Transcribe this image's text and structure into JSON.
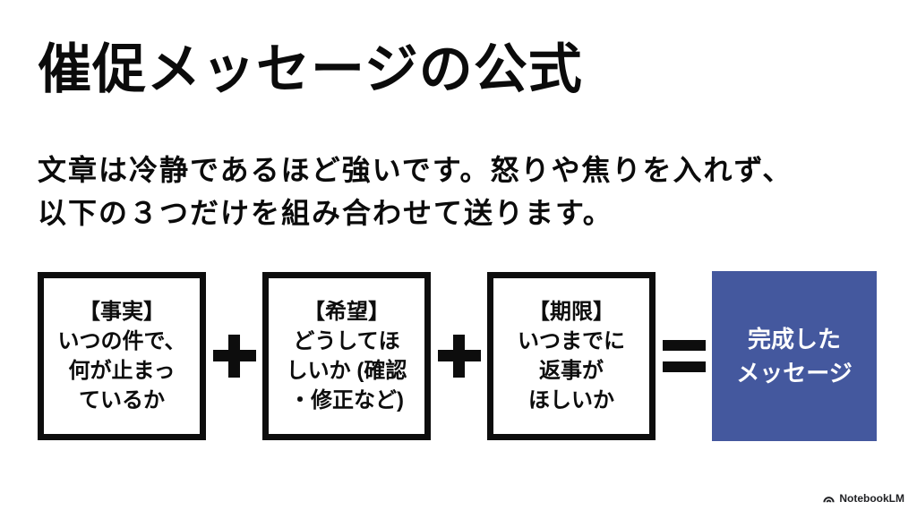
{
  "slide": {
    "title": "催促メッセージの公式",
    "body_lines": [
      "文章は冷静であるほど強いです。怒りや焦りを入れず、",
      "以下の３つだけを組み合わせて送ります。"
    ],
    "formula": {
      "boxes": [
        {
          "heading": "【事実】",
          "lines": [
            "いつの件で、",
            "何が止まっ",
            "ているか"
          ]
        },
        {
          "heading": "【希望】",
          "lines": [
            "どうしてほ",
            "しいか (確認",
            "・修正など)"
          ]
        },
        {
          "heading": "【期限】",
          "lines": [
            "いつまでに",
            "返事が",
            "ほしいか"
          ]
        }
      ],
      "operators": [
        "+",
        "+",
        "="
      ],
      "result": {
        "lines": [
          "完成した",
          "メッセージ"
        ]
      }
    },
    "footer": {
      "brand": "NotebookLM"
    },
    "colors": {
      "background": "#ffffff",
      "text": "#0b0b0b",
      "box_border": "#0d0d0d",
      "result_background": "#44589e",
      "result_text": "#ffffff"
    }
  }
}
